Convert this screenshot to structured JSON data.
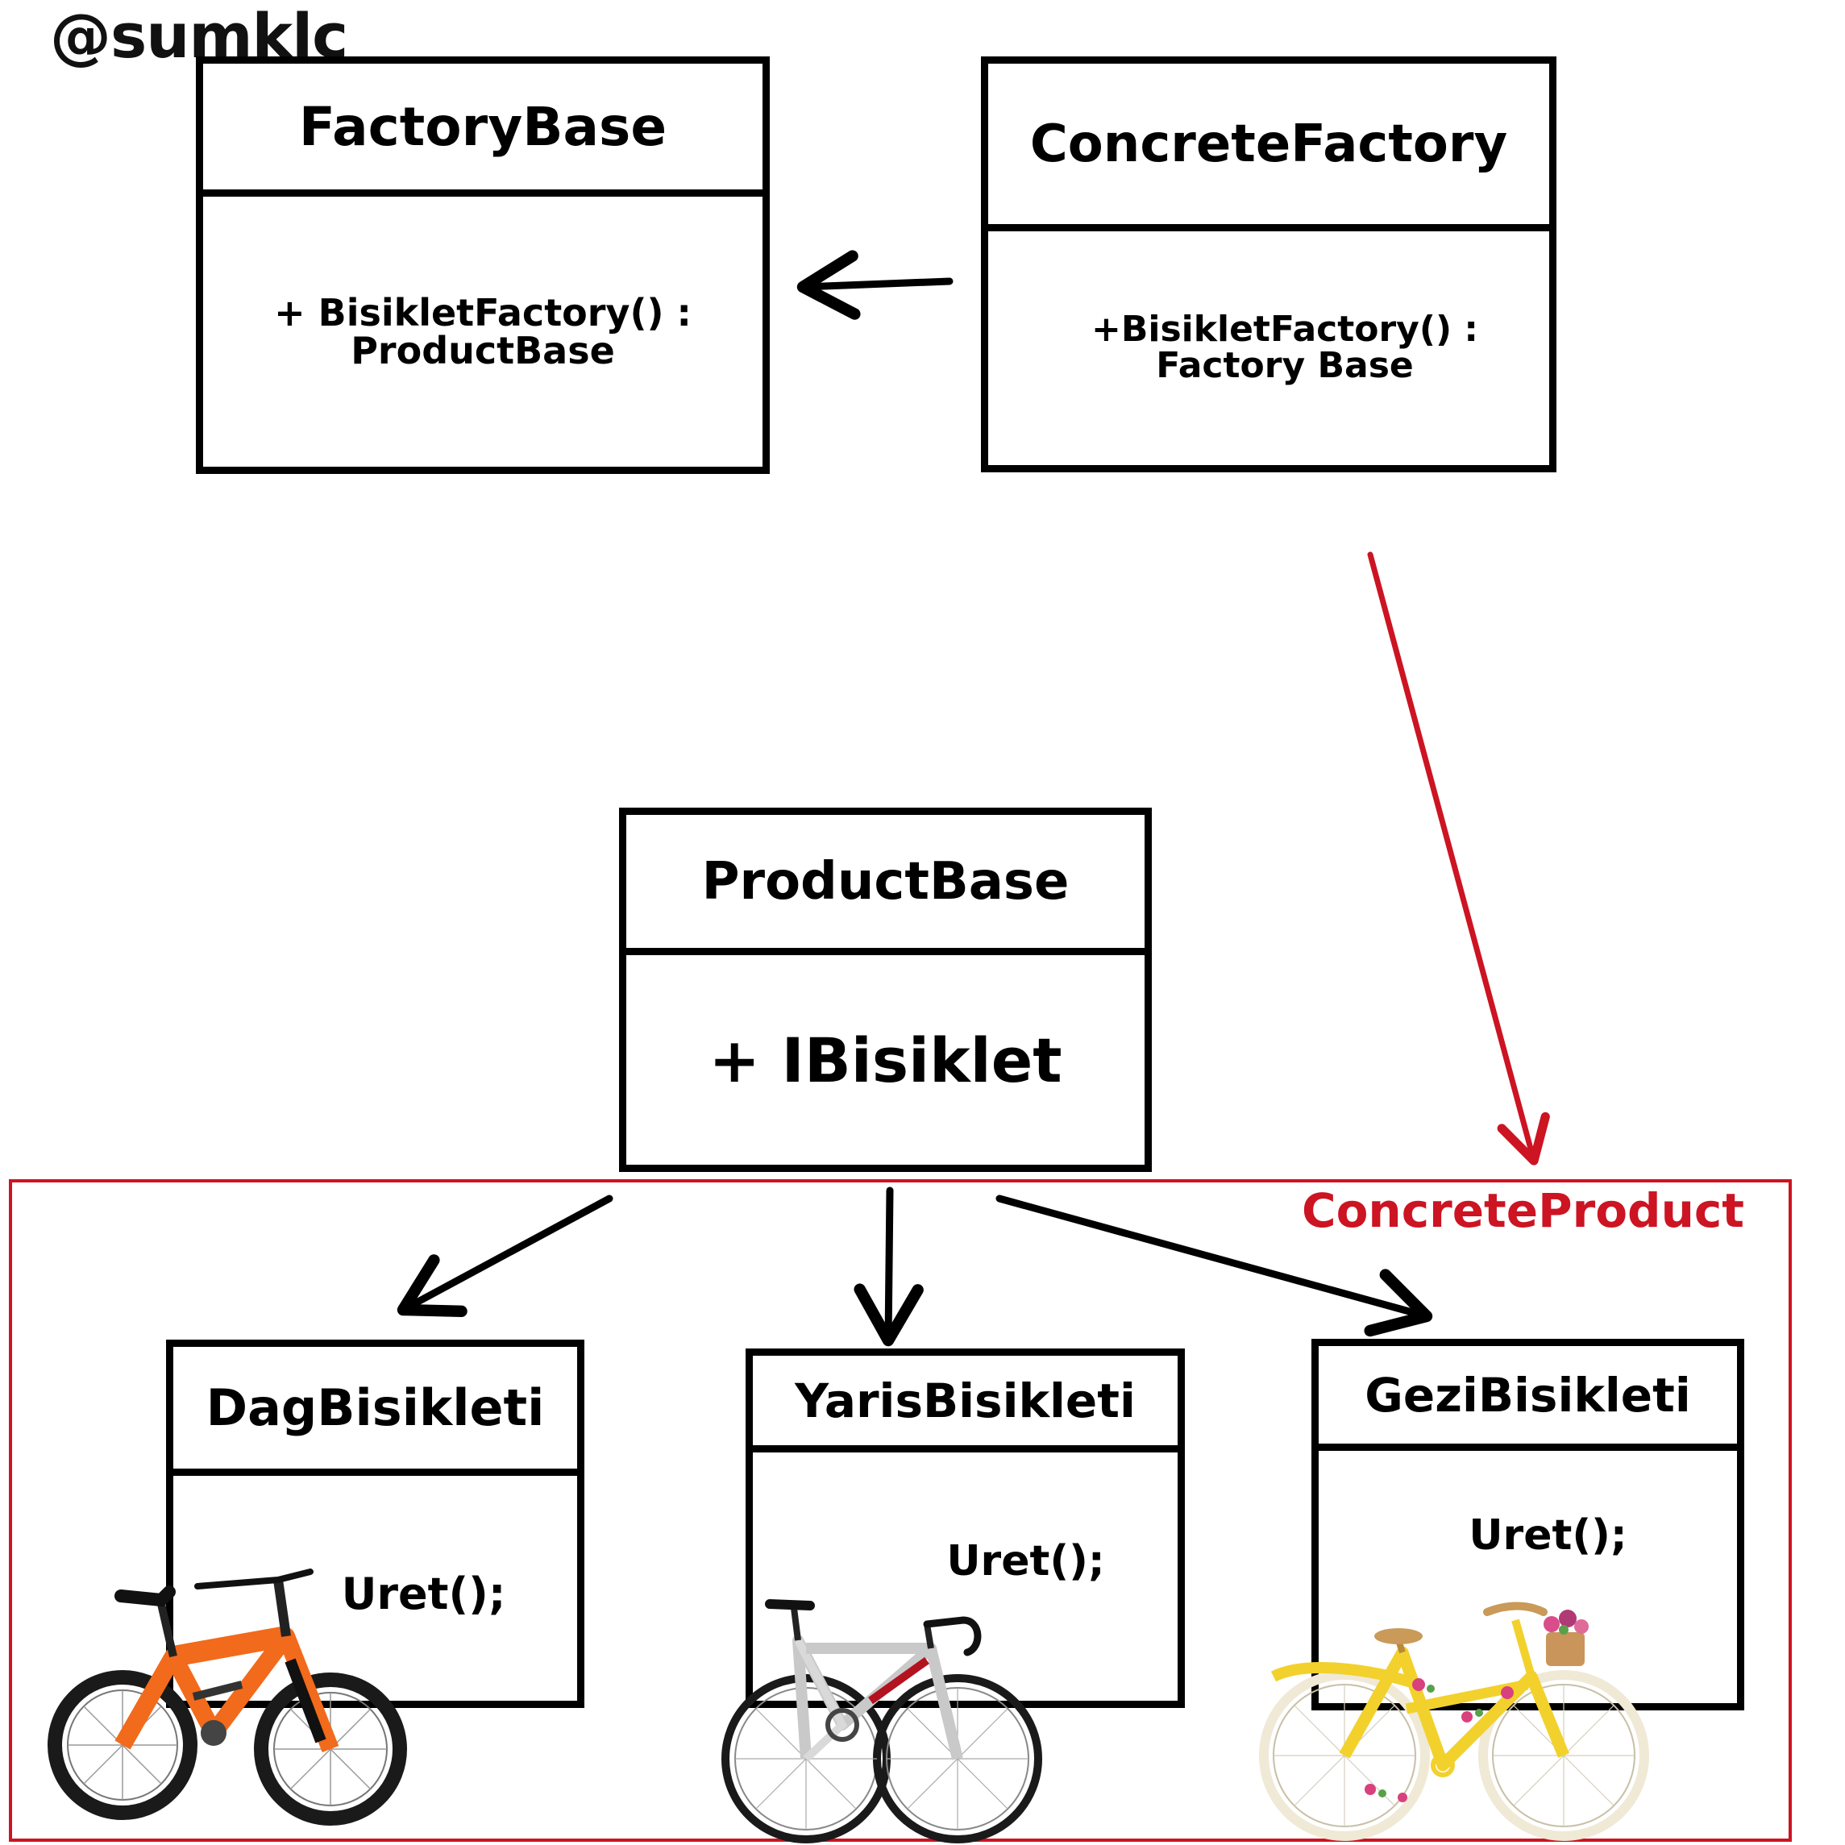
{
  "watermark": "@sumklc",
  "factory_base": {
    "title": "FactoryBase",
    "method_line1": "+ BisikletFactory() :",
    "method_line2": "ProductBase"
  },
  "concrete_factory": {
    "title": "ConcreteFactory",
    "method_line1": "+BisikletFactory() :",
    "method_line2": "Factory Base"
  },
  "product_base": {
    "title": "ProductBase",
    "member": "+ IBisiklet"
  },
  "concrete_product_label": "ConcreteProduct",
  "products": [
    {
      "title": "DagBisikleti",
      "method": "Uret();",
      "bike": "mountain-bike"
    },
    {
      "title": "YarisBisikleti",
      "method": "Uret();",
      "bike": "road-bike"
    },
    {
      "title": "GeziBisikleti",
      "method": "Uret();",
      "bike": "city-bike"
    }
  ],
  "colors": {
    "line": "#000000",
    "accent_red": "#cc1422",
    "mountain_frame": "#f26a1b",
    "road_frame": "#c9c9c9",
    "city_frame": "#f3d12c"
  }
}
